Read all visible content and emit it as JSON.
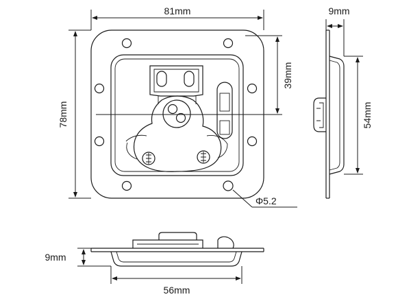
{
  "dimensions": {
    "front_width": "81mm",
    "front_height": "78mm",
    "inner_height": "39mm",
    "hole_diameter": "Φ5.2",
    "side_depth": "9mm",
    "side_height": "54mm",
    "bottom_depth": "9mm",
    "bottom_width": "56mm"
  }
}
